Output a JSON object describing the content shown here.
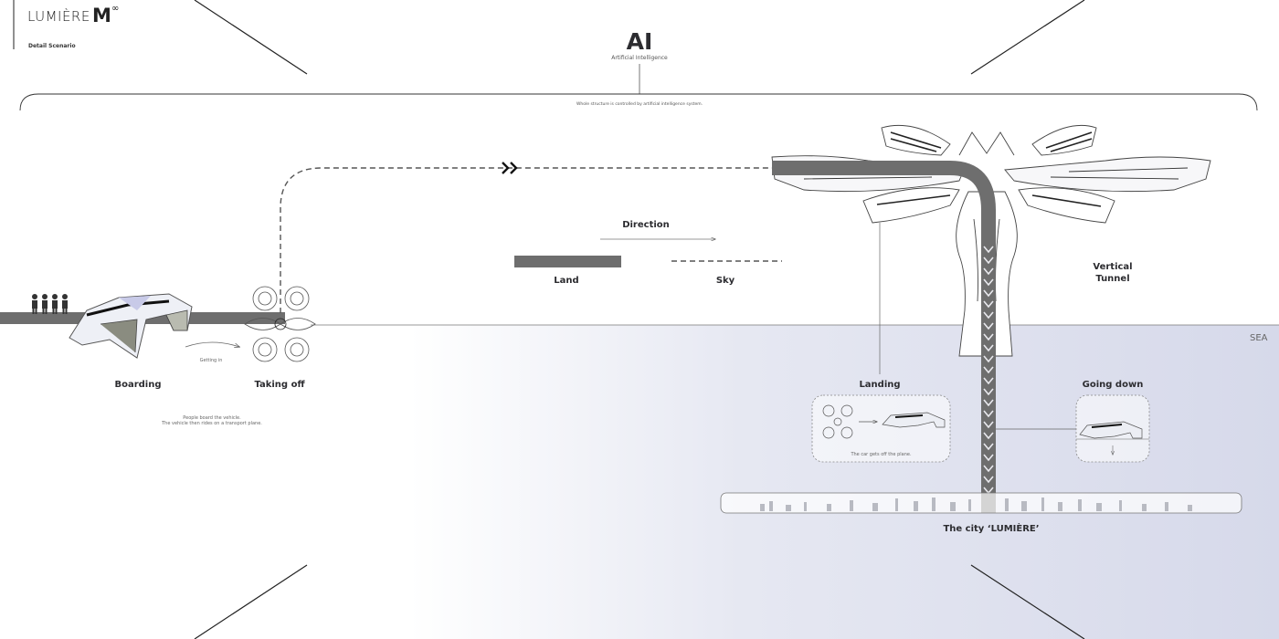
{
  "brand": {
    "name": "LUMIÈRE",
    "mark": "M",
    "mark_sup": "∞",
    "subtitle": "Detail Scenario"
  },
  "ai": {
    "title": "AI",
    "subtitle": "Artificial Intelligence",
    "note": "Whole structure is controlled by artificial intelligence system."
  },
  "legend": {
    "direction": "Direction",
    "land": "Land",
    "sky": "Sky"
  },
  "steps": {
    "boarding": "Boarding",
    "getting_in": "Getting in",
    "taking_off": "Taking off",
    "boarding_note_1": "People board the vehicle.",
    "boarding_note_2": "The vehicle then rides on a transport plane.",
    "vertical_tunnel_1": "Vertical",
    "vertical_tunnel_2": "Tunnel",
    "landing": "Landing",
    "landing_note": "The car gets off the plane.",
    "going_down": "Going down",
    "city": "The city ‘LUMIÈRE’"
  },
  "sea_label": "SEA",
  "colors": {
    "land": "#6e6e6e",
    "sky": "#555555",
    "sea": "#d6d9ea",
    "text": "#2c2c30"
  }
}
